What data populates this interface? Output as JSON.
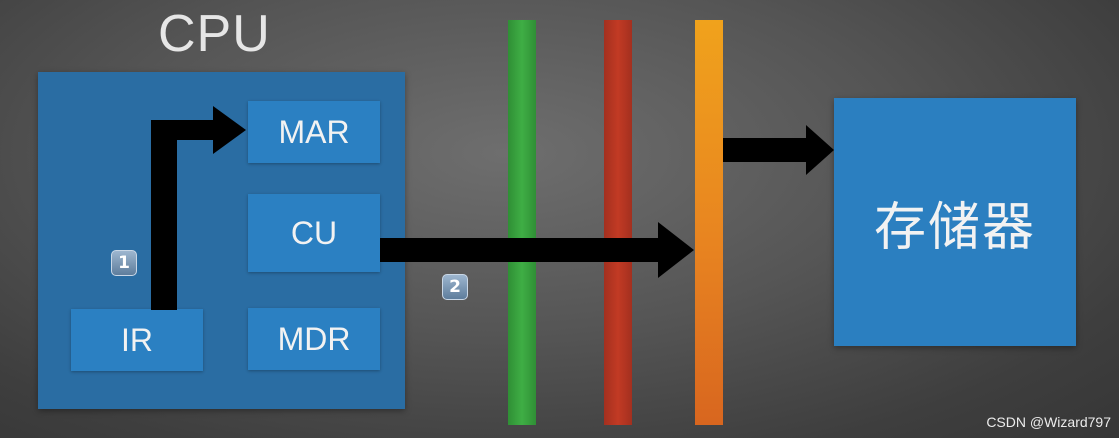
{
  "cpu": {
    "title": "CPU",
    "registers": {
      "mar": "MAR",
      "cu": "CU",
      "mdr": "MDR",
      "ir": "IR"
    },
    "fill_color": "#2a6da3",
    "register_color": "#2b80c2"
  },
  "memory": {
    "label": "存储器",
    "fill_color": "#2b7fc0"
  },
  "buses": [
    {
      "color": "#3fae45"
    },
    {
      "color": "#c23a24"
    },
    {
      "color": "#e88420"
    }
  ],
  "steps": {
    "step1": "1",
    "step2": "2"
  },
  "arrow_color": "#000000",
  "watermark": "CSDN @Wizard797"
}
